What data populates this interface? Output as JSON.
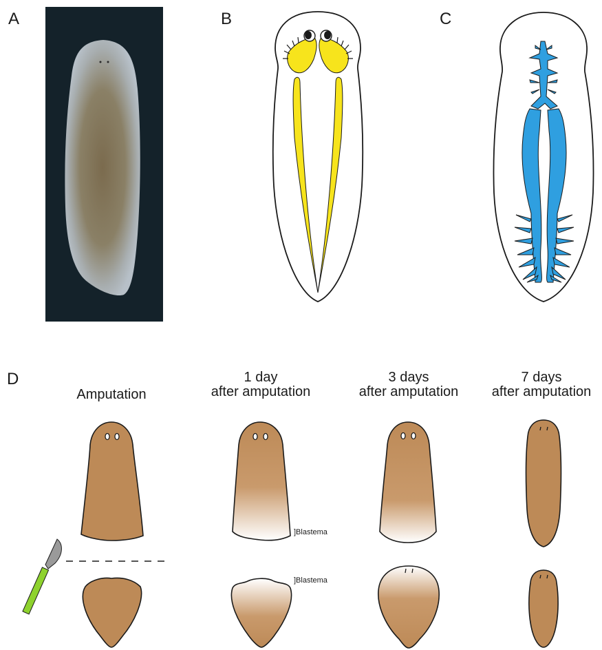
{
  "panels": {
    "a": "A",
    "b": "B",
    "c": "C",
    "d": "D"
  },
  "stages": [
    {
      "line1": "",
      "line2": "Amputation"
    },
    {
      "line1": "1 day",
      "line2": "after amputation"
    },
    {
      "line1": "3 days",
      "line2": "after amputation"
    },
    {
      "line1": "7 days",
      "line2": "after amputation"
    }
  ],
  "annotations": {
    "blastema_1": "]Blastema",
    "blastema_2": "]Blastema"
  },
  "colors": {
    "nervous_system": "#f7e41c",
    "gut": "#2f9fe0",
    "body": "#bd8a57",
    "scalpel_handle": "#8ed22e",
    "scalpel_blade": "#9a9a9a",
    "photo_background": "#14222a"
  }
}
